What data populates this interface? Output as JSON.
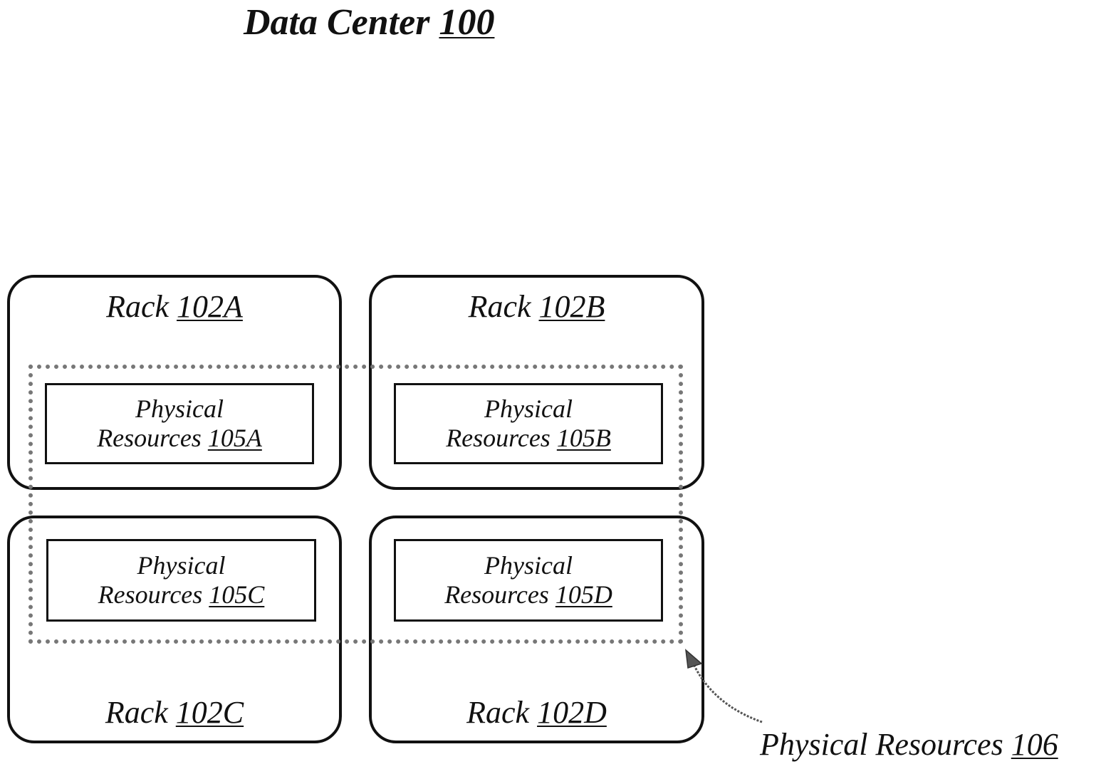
{
  "title": {
    "text": "Data Center ",
    "ref": "100"
  },
  "racks": {
    "a": {
      "text": "Rack ",
      "ref": "102A"
    },
    "b": {
      "text": "Rack ",
      "ref": "102B"
    },
    "c": {
      "text": "Rack ",
      "ref": "102C"
    },
    "d": {
      "text": "Rack ",
      "ref": "102D"
    }
  },
  "resources": {
    "a": {
      "line1": "Physical",
      "line2": "Resources ",
      "ref": "105A"
    },
    "b": {
      "line1": "Physical",
      "line2": "Resources ",
      "ref": "105B"
    },
    "c": {
      "line1": "Physical",
      "line2": "Resources ",
      "ref": "105C"
    },
    "d": {
      "line1": "Physical",
      "line2": "Resources ",
      "ref": "105D"
    }
  },
  "group_label": {
    "text": "Physical Resources ",
    "ref": "106"
  }
}
